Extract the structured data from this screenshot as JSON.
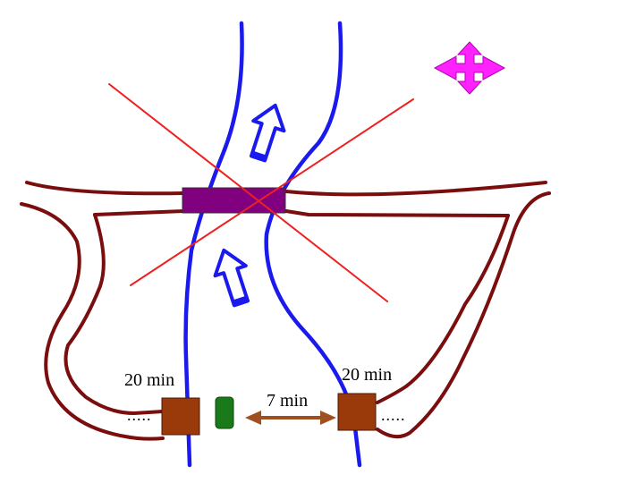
{
  "labels": {
    "left_time": "20 min",
    "right_time": "20 min",
    "middle_time": "7 min",
    "left_dots": ".....",
    "right_dots": "....."
  },
  "colors": {
    "river": "#1a1aee",
    "road": "#7a0d0d",
    "bridge": "#800080",
    "cross_out": "#ee2020",
    "station": "#9a3a0a",
    "small_marker": "#1a7a1a",
    "pan_icon": "#ff22ff",
    "distance_arrow": "#a05020",
    "flow_arrow": "#1a1aee"
  },
  "icons": {
    "pan": "move-arrows-icon",
    "flow": "upward-flow-arrow-icon"
  }
}
